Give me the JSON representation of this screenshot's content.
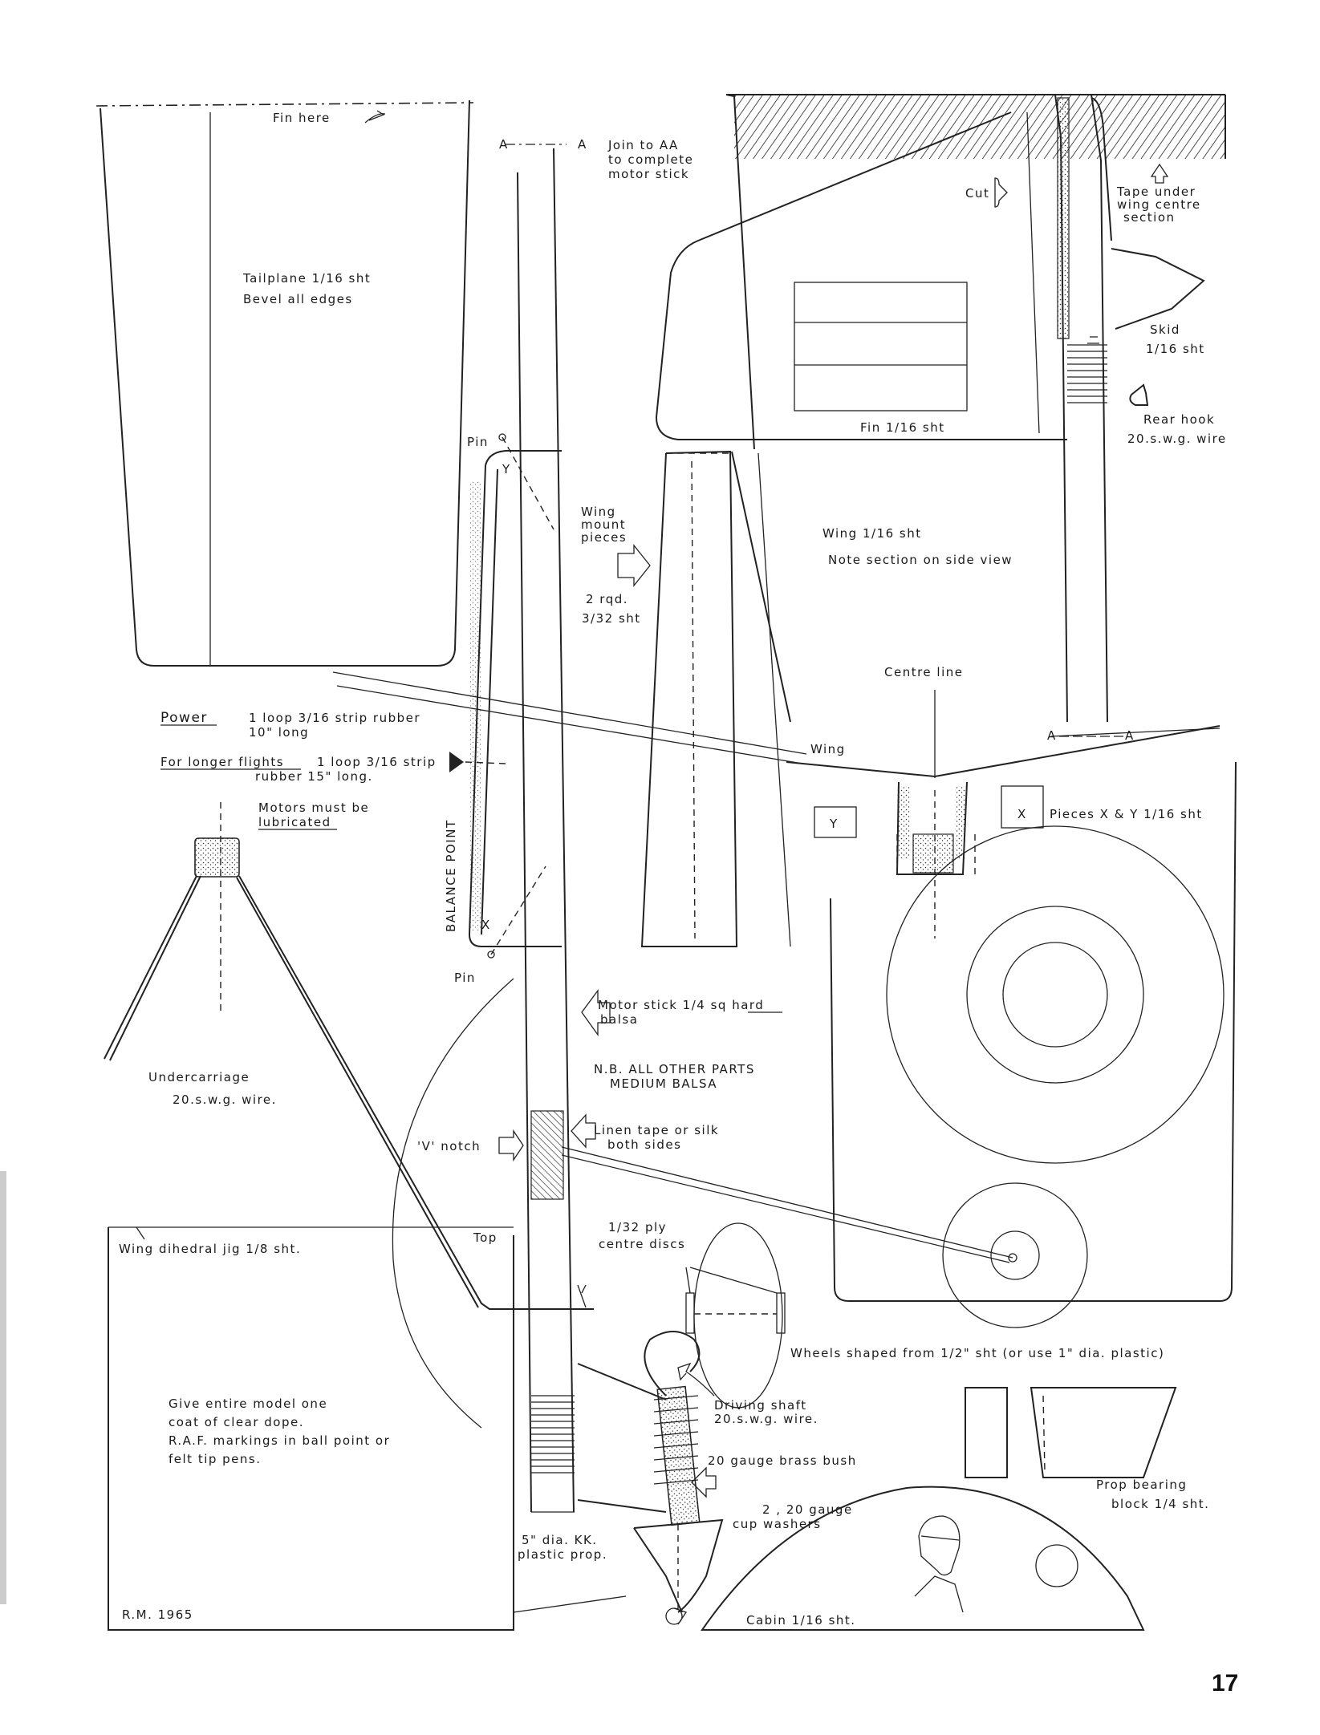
{
  "labels": {
    "fin_here": "Fin here",
    "tailplane_1": "Tailplane 1/16 sht",
    "tailplane_2": "Bevel all edges",
    "a_left_top": "A",
    "a_right_top": "A",
    "join_1": "Join to AA",
    "join_2": "to complete",
    "join_3": "motor stick",
    "cut": "Cut",
    "tape_1": "Tape under",
    "tape_2": "wing centre",
    "tape_3": "section",
    "skid_1": "Skid",
    "skid_2": "1/16 sht",
    "fin_label": "Fin 1/16 sht",
    "rear_hook_1": "Rear hook",
    "rear_hook_2": "20.s.w.g. wire",
    "pin_top": "Pin",
    "y_small": "Y",
    "wing_mount_1": "Wing",
    "wing_mount_2": "mount",
    "wing_mount_3": "pieces",
    "rqd_1": "2 rqd.",
    "rqd_2": "3/32 sht",
    "wing_sht": "Wing 1/16 sht",
    "note_section": "Note section on side view",
    "centre_line": "Centre line",
    "a_left_mid": "A",
    "a_right_mid": "A",
    "power_title": "Power",
    "power_1": "1 loop 3/16 strip rubber",
    "power_2": "10\" long",
    "longer_title": "For longer flights",
    "longer_1": "1 loop 3/16 strip",
    "longer_2": "rubber 15\" long.",
    "motors_1": "Motors must be",
    "motors_2": "lubricated",
    "balance": "BALANCE POINT",
    "wing_side": "Wing",
    "y_piece": "Y",
    "x_piece": "X",
    "pieces_xy": "Pieces X & Y 1/16 sht",
    "x_small": "X",
    "pin_bottom": "Pin",
    "motor_stick_1": "Motor stick 1/4 sq hard",
    "motor_stick_2": "balsa",
    "nb_1": "N.B. ALL OTHER PARTS",
    "nb_2": "MEDIUM BALSA",
    "undercarriage_1": "Undercarriage",
    "undercarriage_2": "20.s.w.g. wire.",
    "v_notch": "'V' notch",
    "linen_1": "Linen tape or silk",
    "linen_2": "both sides",
    "ply_1": "1/32 ply",
    "ply_2": "centre discs",
    "top": "Top",
    "jig": "Wing dihedral jig 1/8 sht.",
    "wheels": "Wheels shaped from 1/2\" sht (or use 1\" dia. plastic)",
    "dope_1": "Give entire model one",
    "dope_2": "coat of clear dope.",
    "dope_3": "R.A.F. markings in ball point or",
    "dope_4": "felt tip pens.",
    "driving_1": "Driving shaft",
    "driving_2": "20.s.w.g. wire.",
    "bush": "20 gauge brass bush",
    "prop_bearing_1": "Prop bearing",
    "prop_bearing_2": "block 1/4 sht.",
    "washers_1": "2 , 20 gauge",
    "washers_2": "cup washers",
    "prop_1": "5\" dia. KK.",
    "prop_2": "plastic prop.",
    "cabin": "Cabin 1/16 sht.",
    "rm": "R.M. 1965",
    "page_number": "17"
  }
}
